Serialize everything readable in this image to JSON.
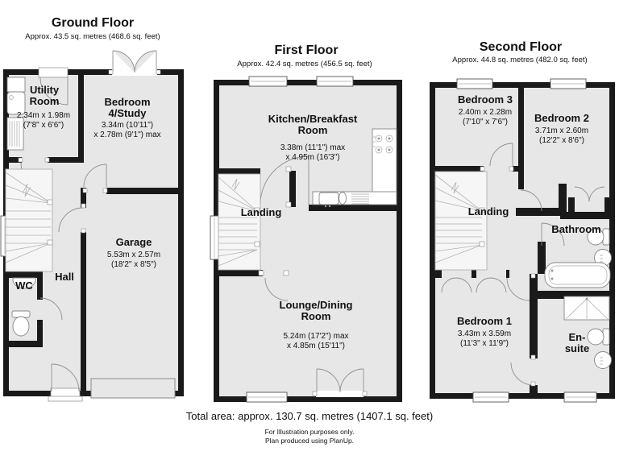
{
  "colors": {
    "wall": "#1a1a1a",
    "floor": "#e7e7e7",
    "paper": "#ffffff",
    "line": "#8f8f8f",
    "stair": "#b3b3b3",
    "text": "#111111"
  },
  "floors": [
    {
      "id": "ground-floor",
      "title": "Ground Floor",
      "area": "Approx. 43.5 sq. metres (468.6 sq. feet)",
      "rooms": [
        {
          "id": "utility-room",
          "name": "Utility\nRoom",
          "dims": "2.34m x 1.98m\n(7'8\" x 6'6\")"
        },
        {
          "id": "bedroom-4-study",
          "name": "Bedroom\n4/Study",
          "dims": "3.34m (10'11\")\nx 2.78m (9'1\") max"
        },
        {
          "id": "garage",
          "name": "Garage",
          "dims": "5.53m x 2.57m\n(18'2\" x 8'5\")"
        },
        {
          "id": "hall",
          "name": "Hall"
        },
        {
          "id": "wc",
          "name": "WC"
        }
      ]
    },
    {
      "id": "first-floor",
      "title": "First Floor",
      "area": "Approx. 42.4 sq. metres (456.5 sq. feet)",
      "rooms": [
        {
          "id": "kitchen-breakfast-room",
          "name": "Kitchen/Breakfast\nRoom",
          "dims": "3.38m (11'1\") max\nx 4.95m (16'3\")"
        },
        {
          "id": "landing",
          "name": "Landing"
        },
        {
          "id": "lounge-dining-room",
          "name": "Lounge/Dining\nRoom",
          "dims": "5.24m (17'2\") max\nx 4.85m (15'11\")"
        }
      ]
    },
    {
      "id": "second-floor",
      "title": "Second Floor",
      "area": "Approx. 44.8 sq. metres (482.0 sq. feet)",
      "rooms": [
        {
          "id": "bedroom-3",
          "name": "Bedroom 3",
          "dims": "2.40m x 2.28m\n(7'10\" x 7'6\")"
        },
        {
          "id": "bedroom-2",
          "name": "Bedroom 2",
          "dims": "3.71m x 2.60m\n(12'2\" x 8'6\")"
        },
        {
          "id": "landing",
          "name": "Landing"
        },
        {
          "id": "bathroom",
          "name": "Bathroom"
        },
        {
          "id": "bedroom-1",
          "name": "Bedroom 1",
          "dims": "3.43m x 3.59m\n(11'3\" x 11'9\")"
        },
        {
          "id": "en-suite",
          "name": "En-\nsuite"
        }
      ]
    }
  ],
  "footer": {
    "total_area": "Total area: approx. 130.7 sq. metres (1407.1 sq. feet)",
    "disclaimer_line1": "For Illustration purposes only.",
    "disclaimer_line2": "Plan produced using PlanUp."
  }
}
